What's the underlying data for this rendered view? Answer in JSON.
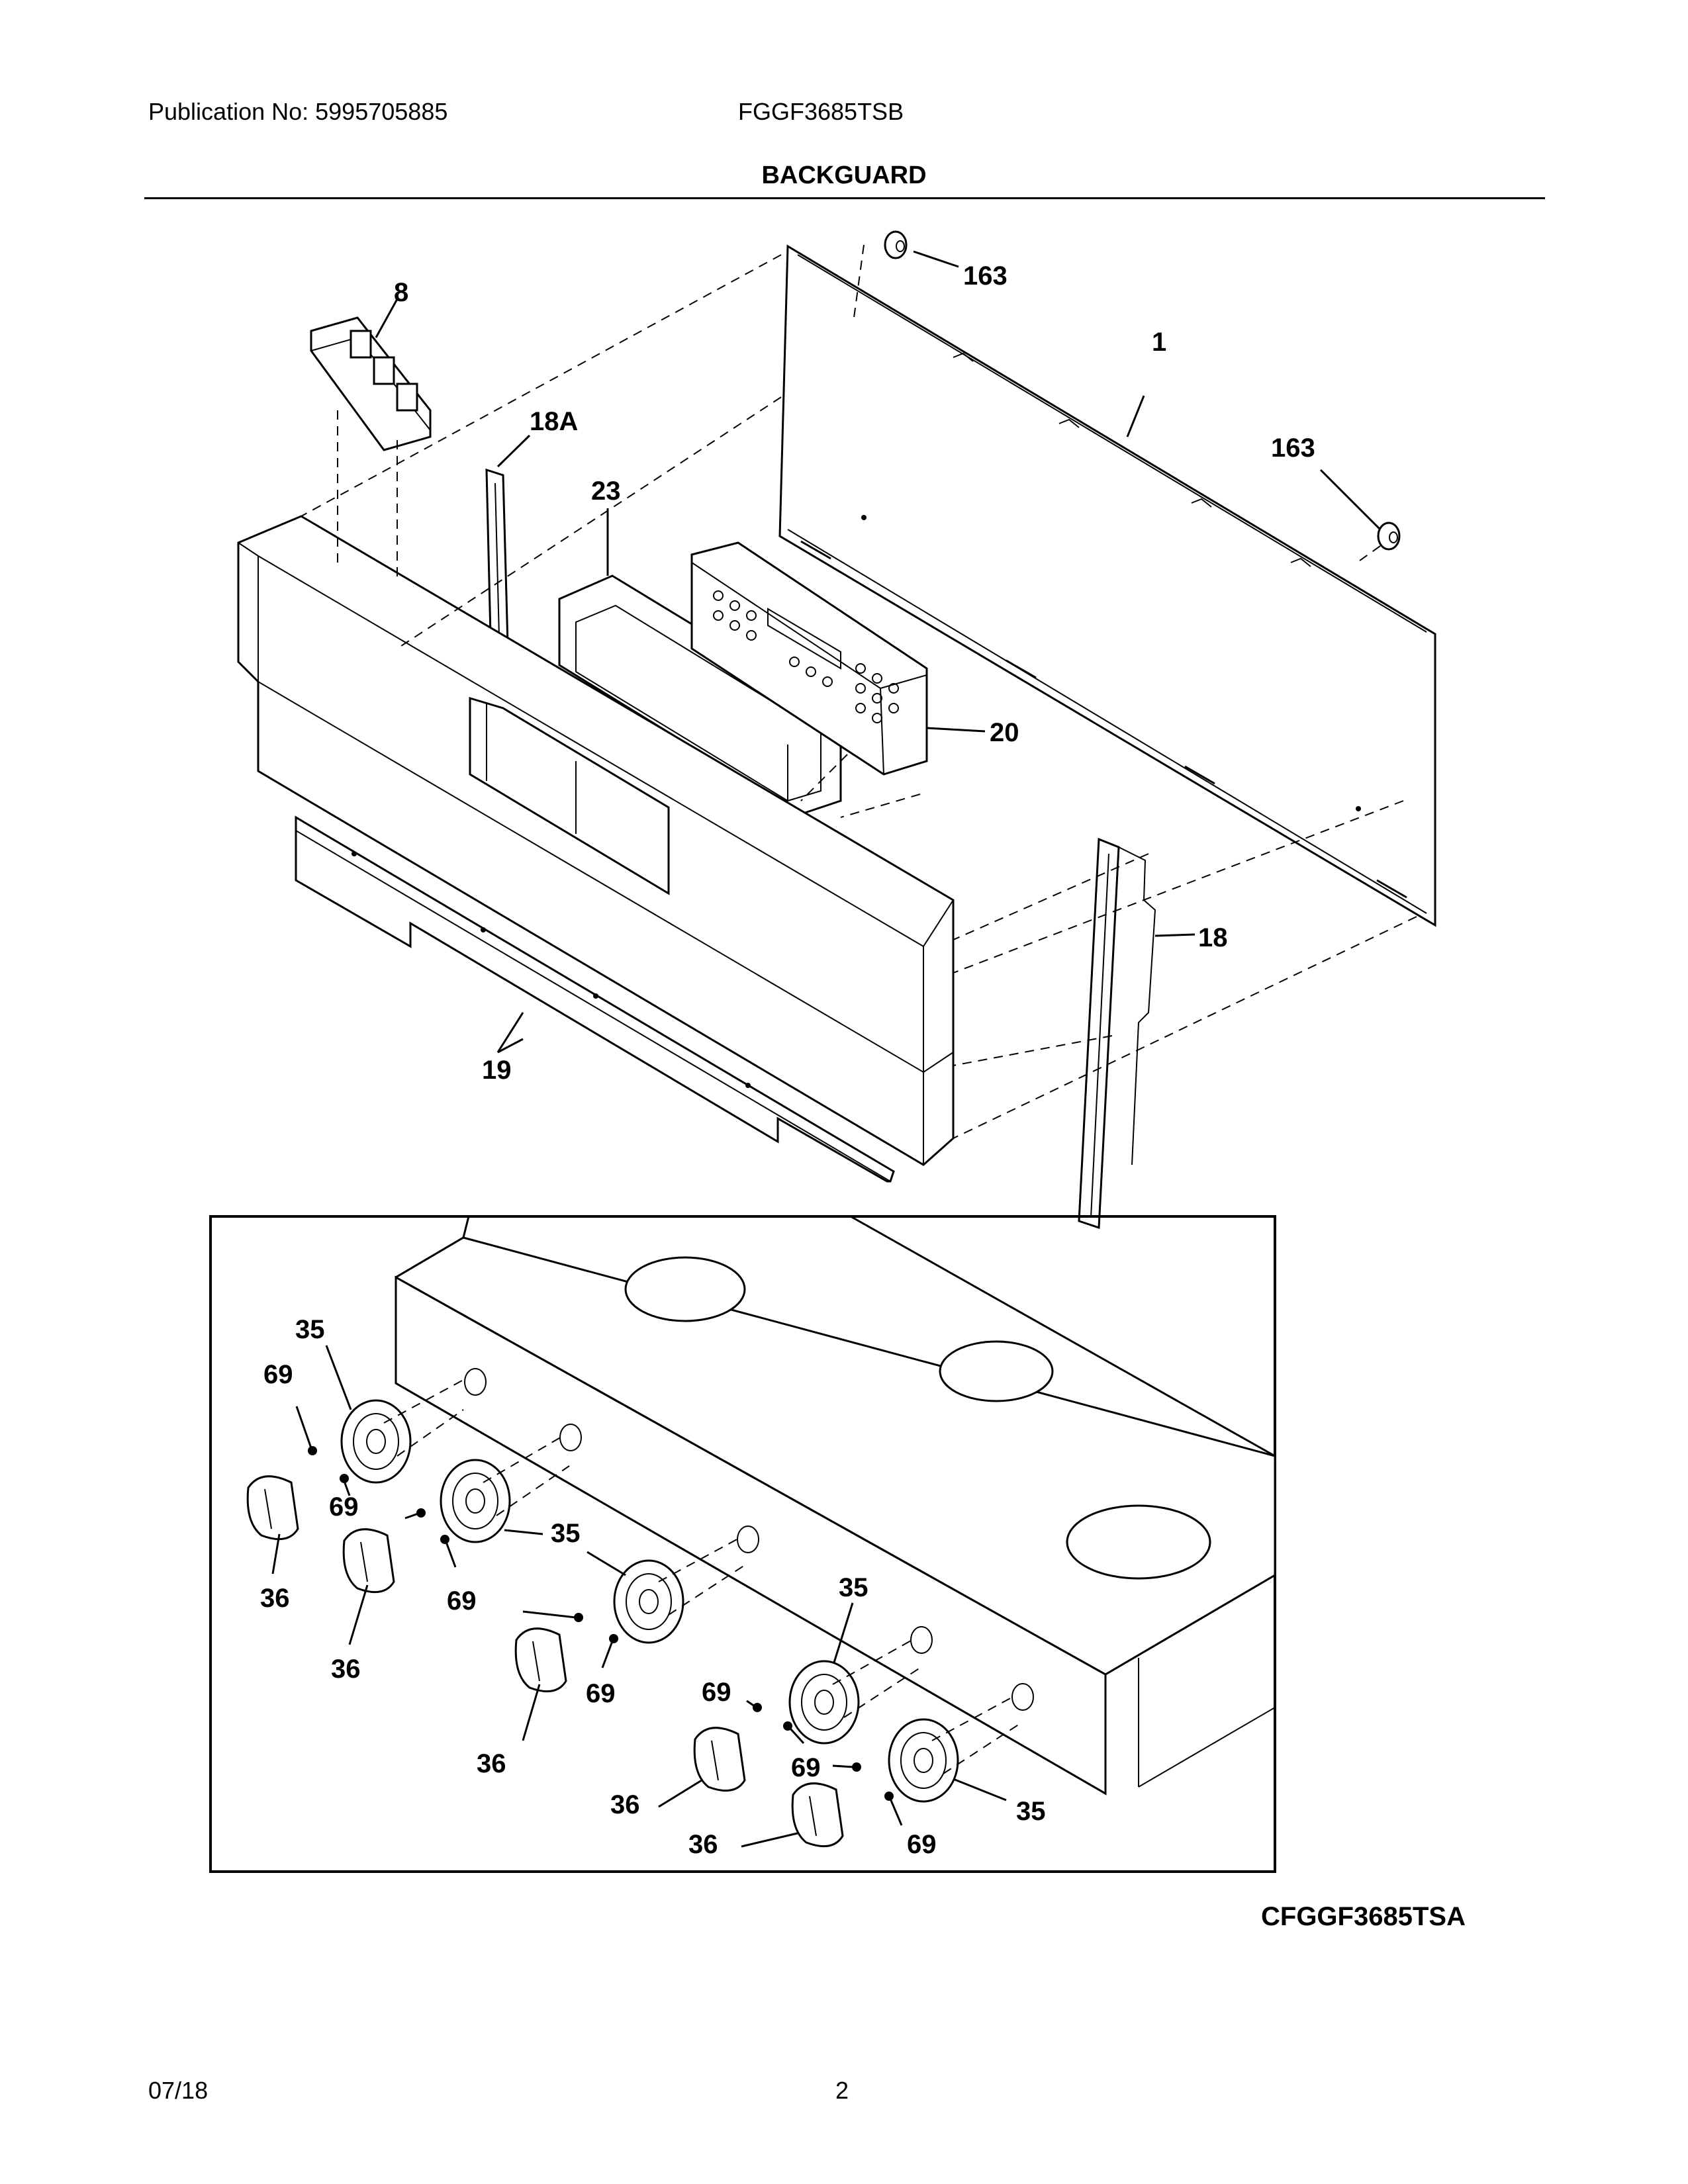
{
  "header": {
    "publication": "Publication No: 5995705885",
    "model": "FGGF3685TSB",
    "section_title": "BACKGUARD"
  },
  "diagram": {
    "callouts": {
      "c8": "8",
      "c18a": "18A",
      "c23": "23",
      "c163a": "163",
      "c1": "1",
      "c163b": "163",
      "c20": "20",
      "c18": "18",
      "c19": "19",
      "k35a": "35",
      "k69a": "69",
      "k69b": "69",
      "k36a": "36",
      "k36b": "36",
      "k35b": "35",
      "k69c": "69",
      "k69d": "69",
      "k36c": "36",
      "k35c": "35",
      "k69e": "69",
      "k69f": "69",
      "k36d": "36",
      "k36e": "36",
      "k35d": "35",
      "k69g": "69"
    },
    "diagram_id": "CFGGF3685TSA"
  },
  "footer": {
    "date": "07/18",
    "page": "2"
  }
}
